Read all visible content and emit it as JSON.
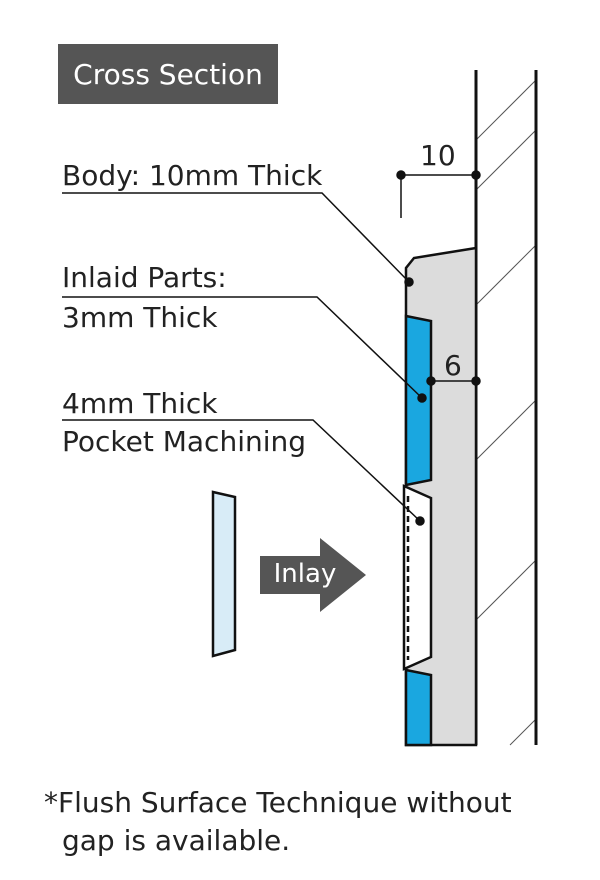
{
  "title": "Cross Section",
  "labels": {
    "body": "Body: 10mm Thick",
    "inlaid_line1": "Inlaid Parts:",
    "inlaid_line2": "3mm Thick",
    "pocket_line1": "4mm Thick",
    "pocket_line2": "Pocket Machining"
  },
  "dimensions": {
    "body_thickness": "10",
    "inlay_depth": "6"
  },
  "arrow_label": "Inlay",
  "note_line1": "*Flush Surface Technique without",
  "note_line2": "gap is available.",
  "colors": {
    "title_bg": "#555555",
    "inlay_blue": "#1aa7e0",
    "body_gray": "#dcdcdc",
    "loose_part": "#d8ecf7",
    "arrow": "#555555"
  }
}
